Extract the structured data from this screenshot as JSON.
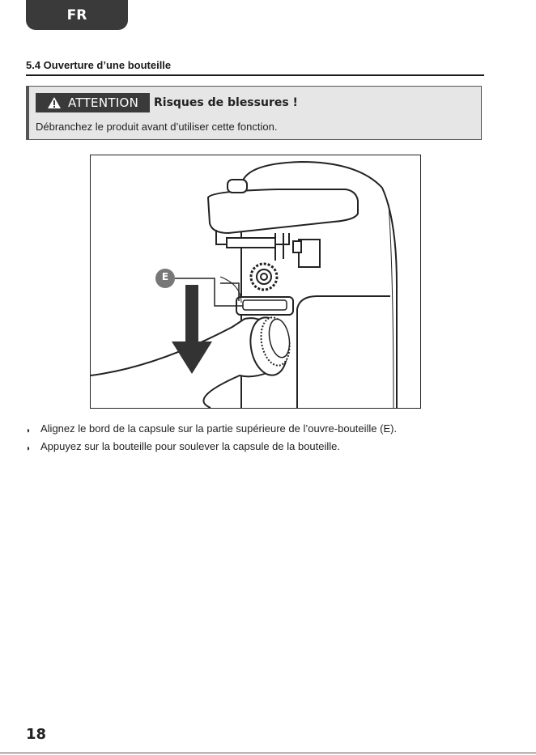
{
  "header": {
    "language_tab": "FR"
  },
  "section": {
    "title": "5.4 Ouverture d’une bouteille"
  },
  "warning": {
    "badge_label": "ATTENTION",
    "title": "Risques de blessures !",
    "text": "Débranchez le produit avant d’utiliser cette fonction.",
    "icon": "warning-triangle-icon"
  },
  "figure": {
    "callout_label": "E"
  },
  "instructions": [
    "Alignez le bord de la capsule sur la partie supérieure de l’ouvre-bouteille (E).",
    "Appuyez sur la bouteille pour soulever la capsule de la bouteille."
  ],
  "bullet_glyph": "◗",
  "footer": {
    "page_number": "18"
  },
  "colors": {
    "dark_tab": "#3a3a3a",
    "warning_bg": "#e6e6e6"
  }
}
